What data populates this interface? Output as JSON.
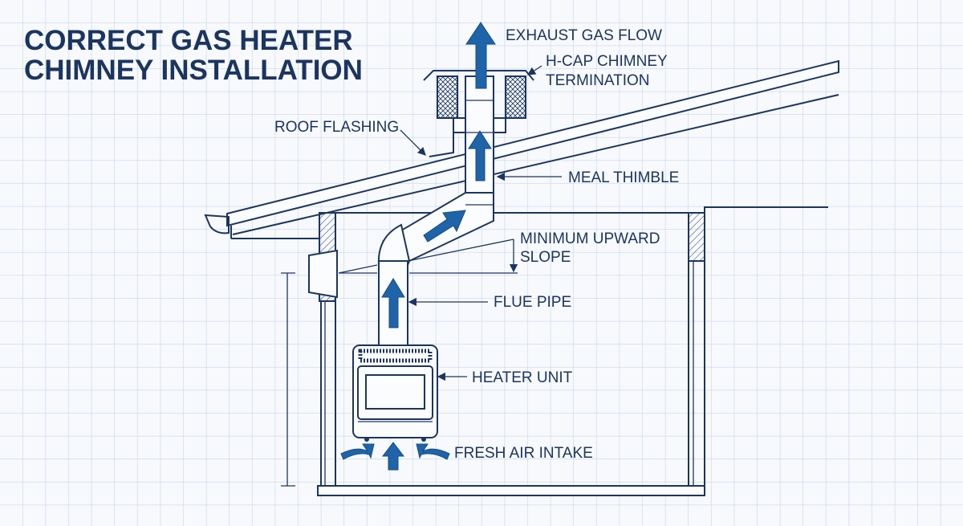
{
  "title": {
    "line1": "CORRECT GAS HEATER",
    "line2": "CHIMNEY INSTALLATION"
  },
  "labels": {
    "exhaust": "EXHAUST GAS FLOW",
    "hcap_line1": "H-CAP CHIMNEY",
    "hcap_line2": "TERMINATION",
    "roof_flashing": "ROOF FLASHING",
    "thimble": "MEAL THIMBLE",
    "slope_line1": "MINIMUM UPWARD",
    "slope_line2": "SLOPE",
    "flue_pipe": "FLUE PIPE",
    "heater_unit": "HEATER UNIT",
    "fresh_air": "FRESH AIR INTAKE"
  },
  "colors": {
    "ink": "#1c3560",
    "arrow": "#1f63a8",
    "grid": "#c8d6e8",
    "background": "#f7f9fc"
  }
}
